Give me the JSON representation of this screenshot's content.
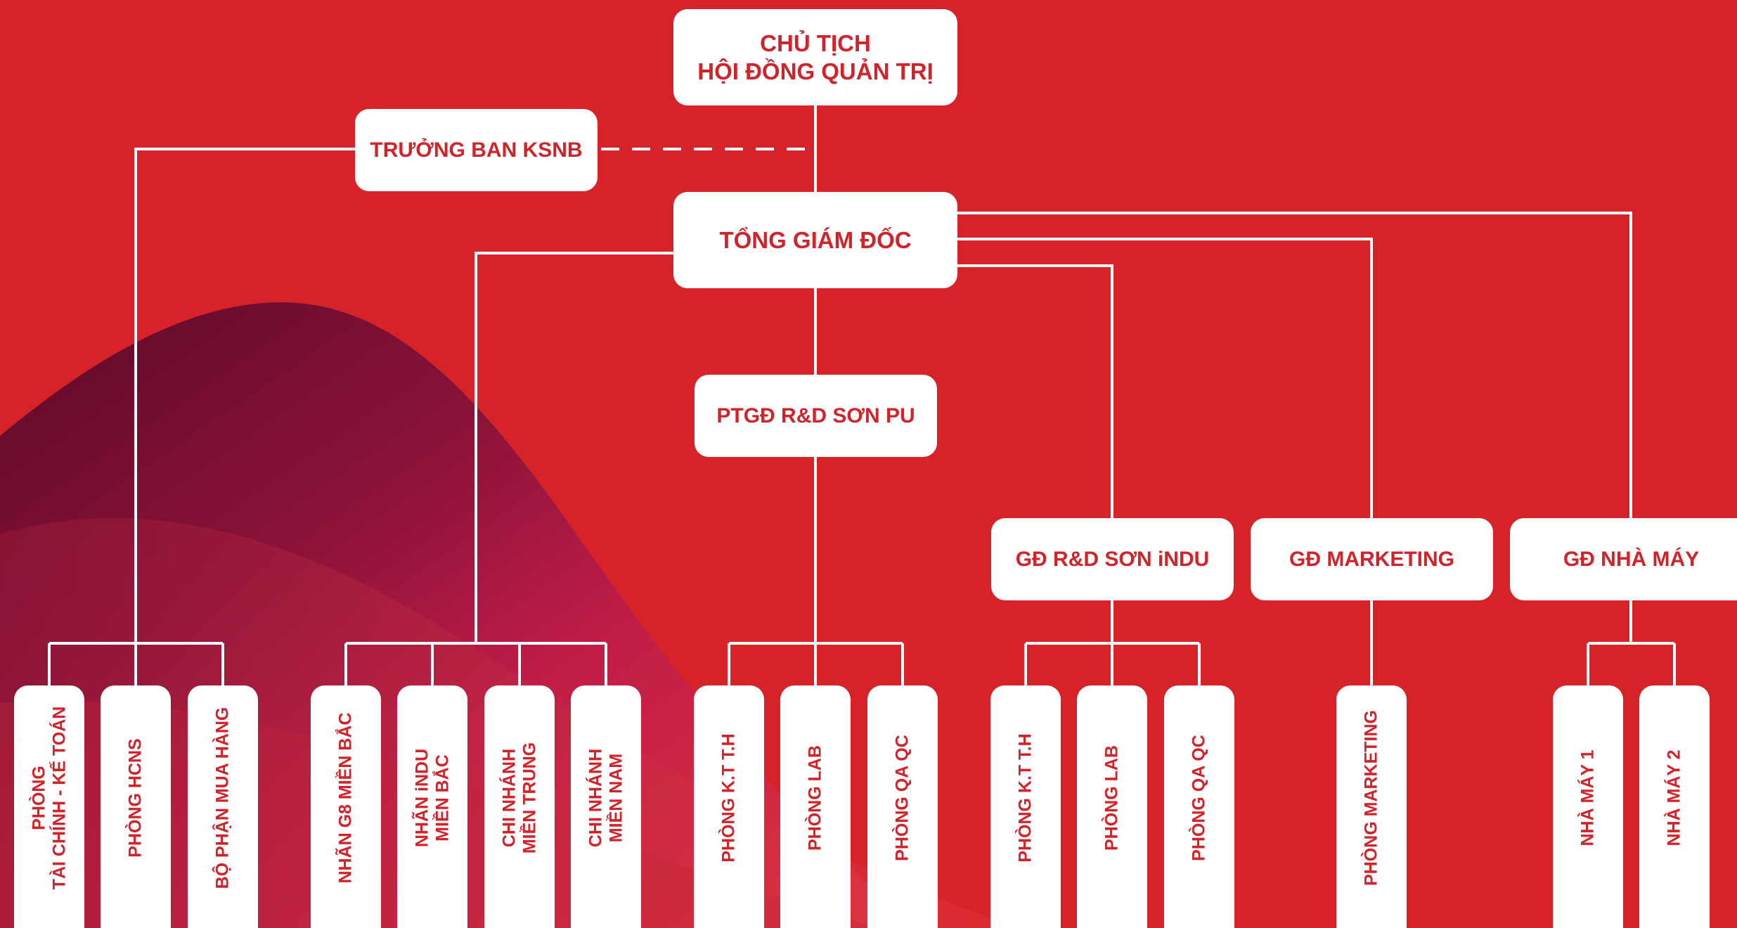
{
  "colors": {
    "background": "#d6232a",
    "box_fill": "#ffffff",
    "text": "#d1232a",
    "connector": "#ffffff",
    "wave_dark": "#6e0c2c",
    "wave_mid": "#b4153e"
  },
  "nodes": {
    "chairman": {
      "line1": "CHỦ TỊCH",
      "line2": "HỘI ĐỒNG QUẢN TRỊ"
    },
    "ksnb": "TRƯỞNG BAN KSNB",
    "ceo": "TỔNG GIÁM ĐỐC",
    "ptgd_rd_pu": "PTGĐ R&D SƠN PU",
    "gd_rd_indu": "GĐ R&D SƠN iNDU",
    "gd_marketing": "GĐ MARKETING",
    "gd_factory": "GĐ NHÀ MÁY"
  },
  "departments": [
    {
      "id": "finance",
      "lines": [
        "PHÒNG",
        "TÀI CHÍNH - KẾ TOÁN"
      ]
    },
    {
      "id": "hcns",
      "lines": [
        "PHÒNG HCNS"
      ]
    },
    {
      "id": "purchasing",
      "lines": [
        "BỘ PHẬN MUA HÀNG"
      ]
    },
    {
      "id": "g8-north",
      "lines": [
        "NHÃN G8 MIỀN BẮC"
      ]
    },
    {
      "id": "indu-north",
      "lines": [
        "NHÃN iNDU",
        "MIỀN BẮC"
      ]
    },
    {
      "id": "branch-central",
      "lines": [
        "CHI NHÁNH",
        "MIỀN TRUNG"
      ]
    },
    {
      "id": "branch-south",
      "lines": [
        "CHI NHÁNH",
        "MIỀN NAM"
      ]
    },
    {
      "id": "pu-ktth",
      "lines": [
        "PHÒNG K.T T.H"
      ]
    },
    {
      "id": "pu-lab",
      "lines": [
        "PHÒNG LAB"
      ]
    },
    {
      "id": "pu-qaqc",
      "lines": [
        "PHÒNG QA QC"
      ]
    },
    {
      "id": "indu-ktth",
      "lines": [
        "PHÒNG K.T T.H"
      ]
    },
    {
      "id": "indu-lab",
      "lines": [
        "PHÒNG LAB"
      ]
    },
    {
      "id": "indu-qaqc",
      "lines": [
        "PHÒNG QA QC"
      ]
    },
    {
      "id": "marketing",
      "lines": [
        "PHÒNG MARKETING"
      ]
    },
    {
      "id": "factory-1",
      "lines": [
        "NHÀ MÁY 1"
      ]
    },
    {
      "id": "factory-2",
      "lines": [
        "NHÀ MÁY 2"
      ]
    }
  ]
}
